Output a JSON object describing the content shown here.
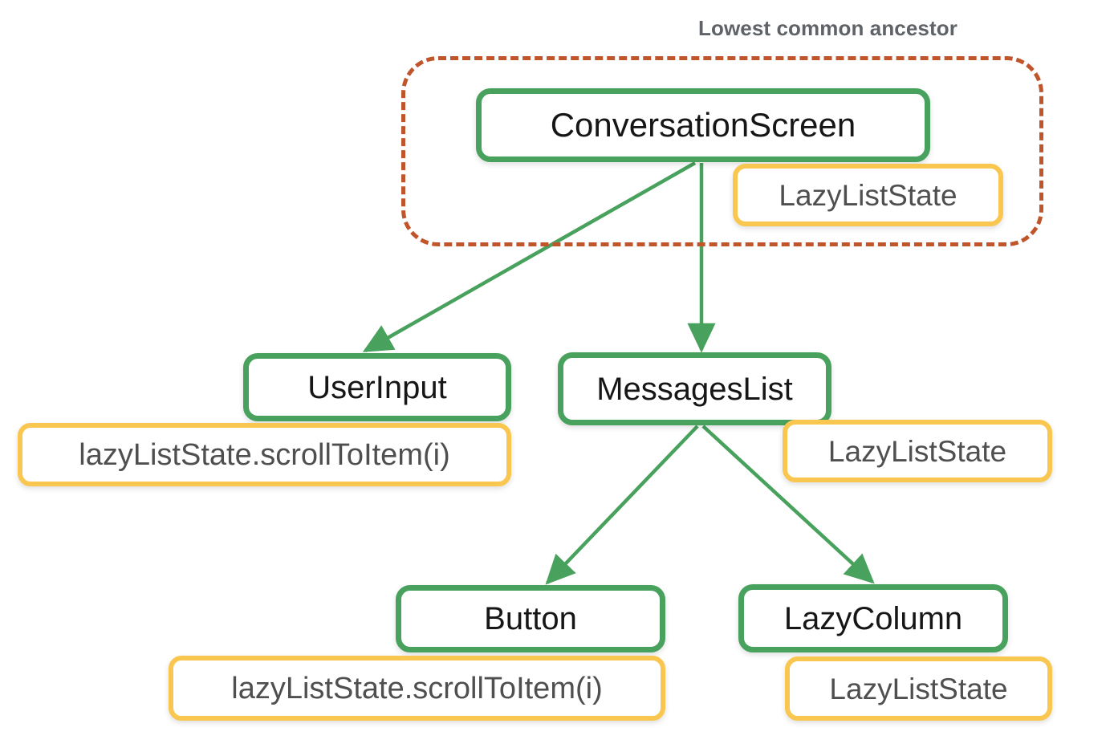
{
  "diagram": {
    "title_annotation": "Lowest common ancestor",
    "colors": {
      "node_border": "#48a15c",
      "state_border": "#f9c74f",
      "ancestor_region_border": "#c0552b",
      "node_text": "#161616",
      "state_text": "#4f4f4f",
      "annotation_text": "#5f6368",
      "background": "#ffffff"
    },
    "nodes": [
      {
        "id": "conversationscreen",
        "label": "ConversationScreen"
      },
      {
        "id": "userinput",
        "label": "UserInput"
      },
      {
        "id": "messageslist",
        "label": "MessagesList"
      },
      {
        "id": "button",
        "label": "Button"
      },
      {
        "id": "lazycolumn",
        "label": "LazyColumn"
      }
    ],
    "state_chips": [
      {
        "id": "conversationscreen",
        "label": "LazyListState"
      },
      {
        "id": "userinput",
        "label": "lazyListState.scrollToItem(i)"
      },
      {
        "id": "messageslist",
        "label": "LazyListState"
      },
      {
        "id": "button",
        "label": "lazyListState.scrollToItem(i)"
      },
      {
        "id": "lazycolumn",
        "label": "LazyListState"
      }
    ],
    "edges": [
      {
        "from": "ConversationScreen",
        "to": "UserInput"
      },
      {
        "from": "ConversationScreen",
        "to": "MessagesList"
      },
      {
        "from": "MessagesList",
        "to": "Button"
      },
      {
        "from": "MessagesList",
        "to": "LazyColumn"
      }
    ]
  }
}
